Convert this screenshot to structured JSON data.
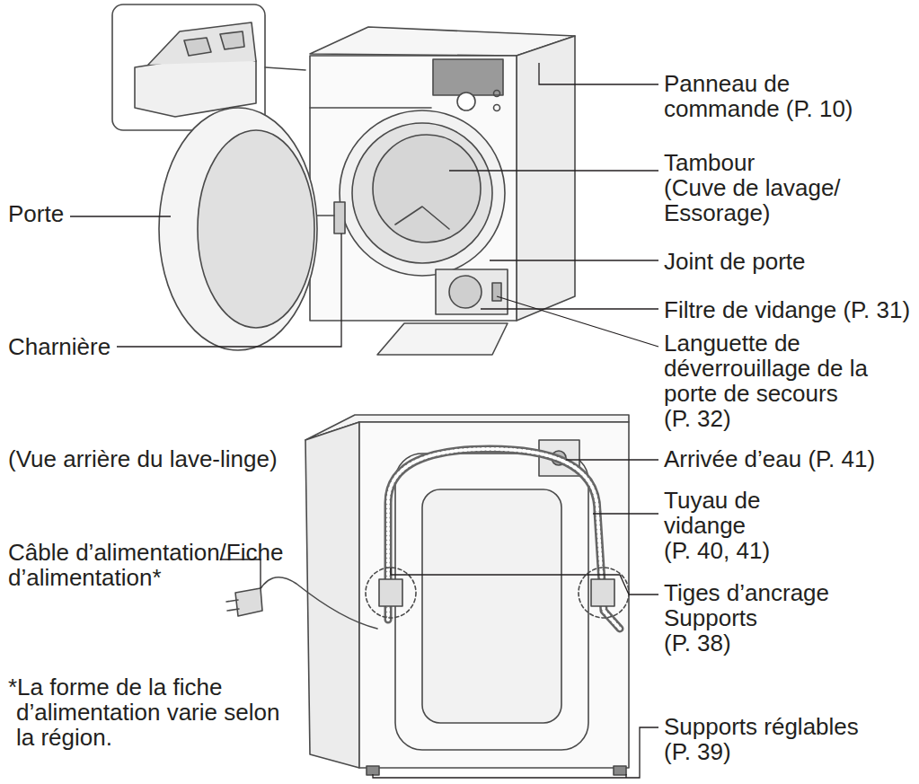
{
  "diagram": {
    "labels": [
      "Panneau de commande (P. 10)",
      "Tambour (Cuve de lavage/ Essorage)",
      "Porte",
      "Joint de porte",
      "Filtre de vidange (P. 31)",
      "Charnière",
      "Languette de déverrouillage de la porte de secours (P. 32)",
      "(Vue arrière du lave-linge)",
      "Arrivée d’eau (P. 41)",
      "Tuyau de vidange (P. 40, 41)",
      "Câble d’alimentation/Fiche d’alimentation*",
      "Tiges d’ancrage Supports (P. 38)",
      "*La forme de la fiche d’alimentation varie selon la région.",
      "Supports réglables (P. 39)"
    ]
  }
}
